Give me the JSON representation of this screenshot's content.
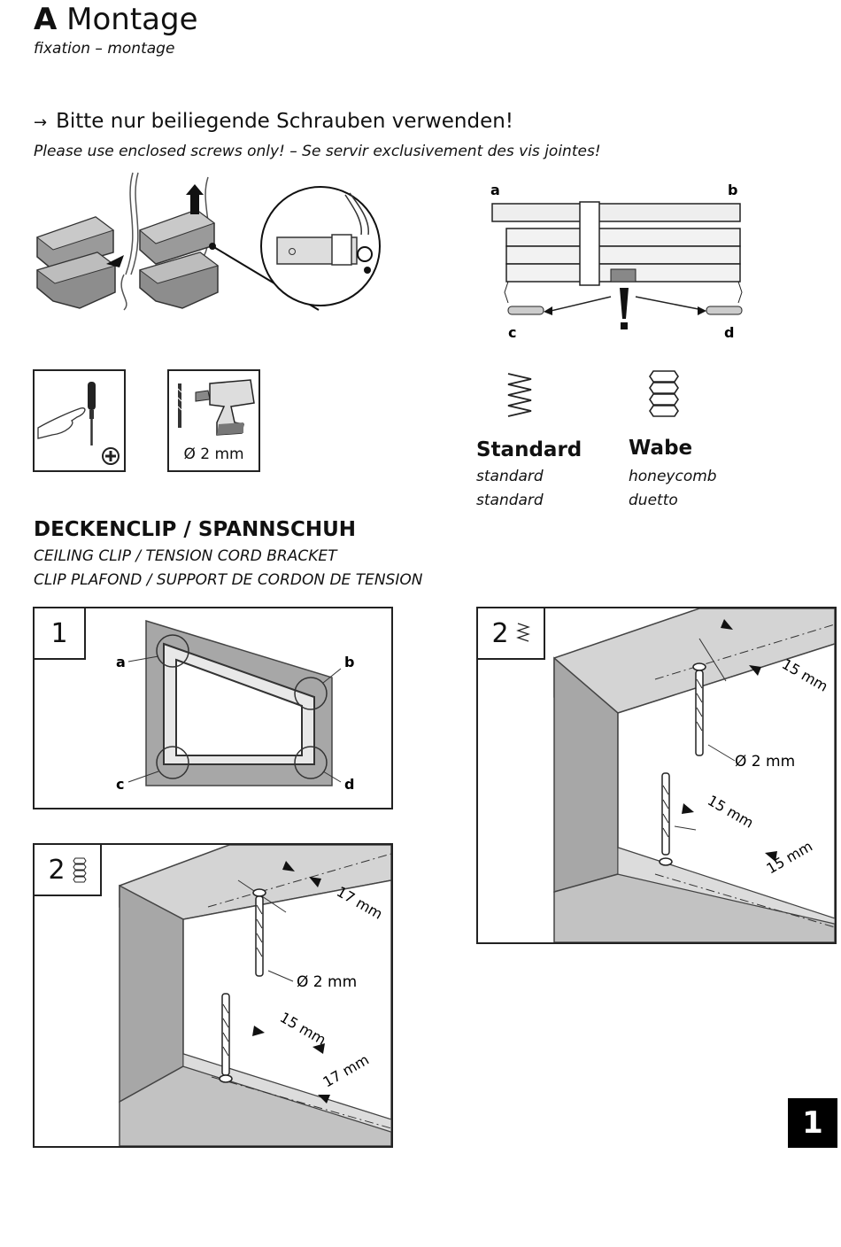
{
  "header": {
    "letter": "A",
    "title": "Montage",
    "subtitle": "fixation – montage"
  },
  "warning": {
    "arrow": "→",
    "text": "Bitte nur beiliegende Schrauben verwenden!",
    "translation": "Please use enclosed screws only! – Se servir exclusivement des vis jointes!"
  },
  "blind_diagram": {
    "label_a": "a",
    "label_b": "b",
    "label_c": "c",
    "label_d": "d"
  },
  "tools": {
    "drill_diameter": "Ø 2 mm"
  },
  "types": {
    "standard": {
      "label": "Standard",
      "en": "standard",
      "fr": "standard"
    },
    "wabe": {
      "label": "Wabe",
      "en": "honeycomb",
      "fr": "duetto"
    }
  },
  "section": {
    "title": "DECKENCLIP / SPANNSCHUH",
    "en": "CEILING CLIP / TENSION CORD BRACKET",
    "fr": "CLIP PLAFOND / SUPPORT DE CORDON DE TENSION"
  },
  "step1": {
    "number": "1",
    "corner_a": "a",
    "corner_b": "b",
    "corner_c": "c",
    "corner_d": "d"
  },
  "step2_standard": {
    "number": "2",
    "dim_top": "15 mm",
    "drill": "Ø 2 mm",
    "dim_mid": "15 mm",
    "dim_bottom": "15 mm"
  },
  "step2_honeycomb": {
    "number": "2",
    "dim_top": "17 mm",
    "drill": "Ø 2 mm",
    "dim_mid": "15 mm",
    "dim_bottom": "17 mm"
  },
  "page": {
    "number": "1"
  },
  "colors": {
    "frame_gray": "#a7a7a7",
    "frame_light": "#d9d9d9",
    "page_badge": "#000000"
  }
}
